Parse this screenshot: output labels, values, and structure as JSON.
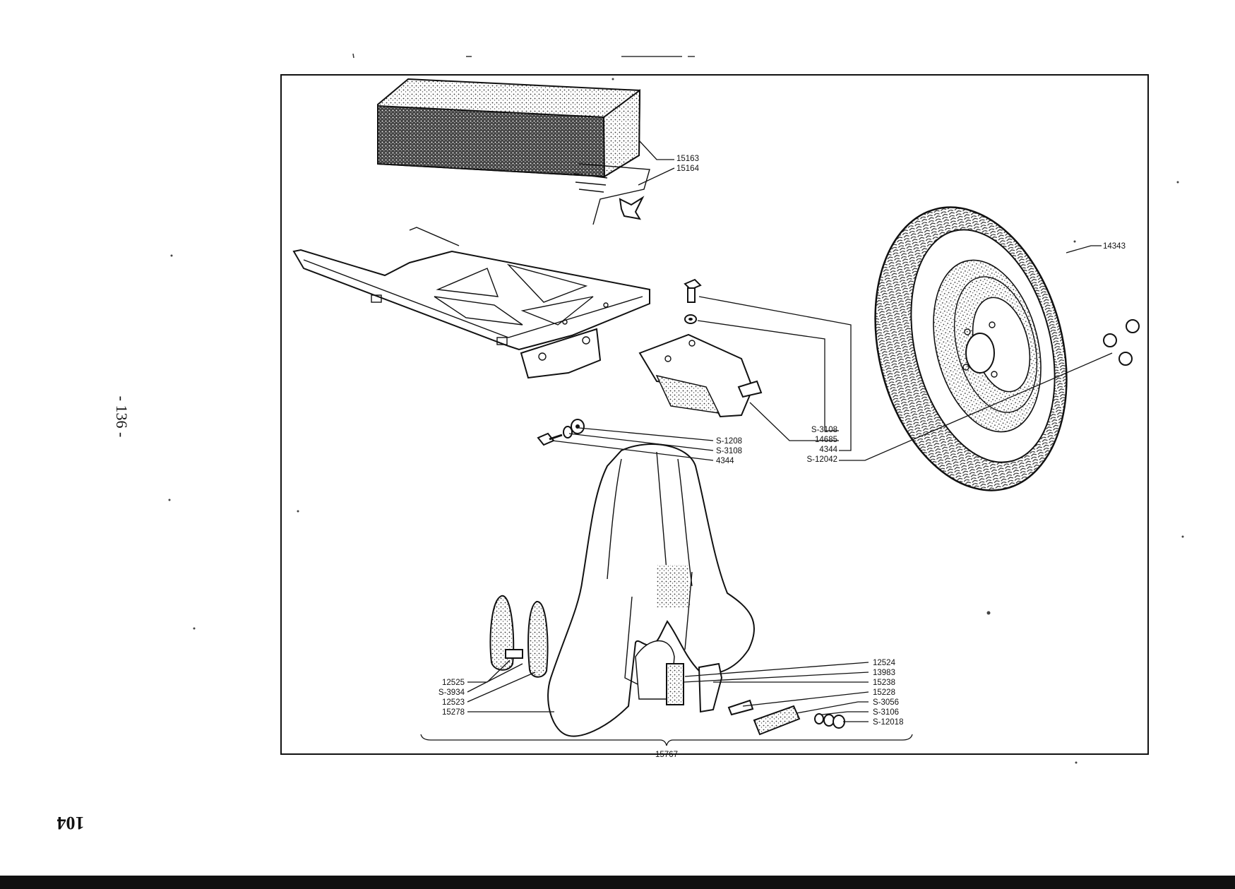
{
  "page": {
    "side_number": "- 136 -",
    "bottom_number": "104"
  },
  "labels": {
    "cushion_a": "15163",
    "cushion_b": "15164",
    "wheel": "14343",
    "bracket_1": "S-3108",
    "bracket_2": "14685",
    "bracket_3": "4344",
    "bracket_4": "S-12042",
    "bolt_1": "S-1208",
    "bolt_2": "S-3108",
    "bolt_3": "4344",
    "flap_1": "12525",
    "flap_2": "S-3934",
    "flap_3": "12523",
    "flap_4": "15278",
    "right_1": "12524",
    "right_2": "13983",
    "right_3": "15238",
    "right_4": "15228",
    "right_5": "S-3056",
    "right_6": "S-3106",
    "right_7": "S-12018",
    "assembly": "15767"
  }
}
